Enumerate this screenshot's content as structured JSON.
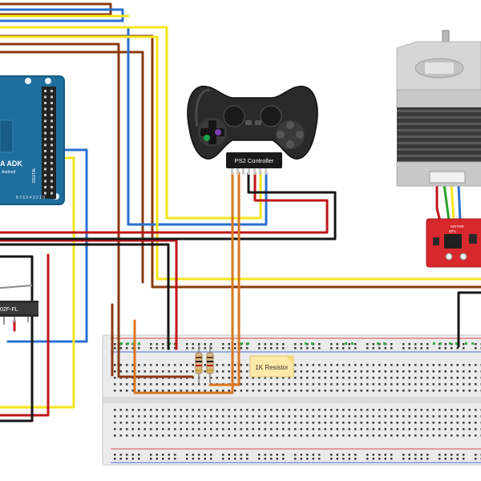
{
  "arduino": {
    "name": "A ADK",
    "sub": "Android",
    "side_label": "DIGITAL",
    "pins": "8 7 6 5 4 3 2 1 0"
  },
  "controller": {
    "label": "PS2 Controller"
  },
  "switch_part": {
    "label": "02F-FL"
  },
  "resistor_note": {
    "label": "1K Resistor"
  },
  "driver_board": {
    "top_label": "MOTOR",
    "chip_label": "EP1"
  },
  "colors": {
    "wire_brown": "#8a3a10",
    "wire_blue": "#2a6fd0",
    "wire_yellow": "#f5e61c",
    "wire_red": "#c0141a",
    "wire_black": "#151515",
    "wire_orange": "#d9761f",
    "arduino_blue": "#1e6e9e",
    "driver_red": "#d7282c",
    "breadboard": "#e9e9e9",
    "note_yellow": "#ffe9a8"
  }
}
